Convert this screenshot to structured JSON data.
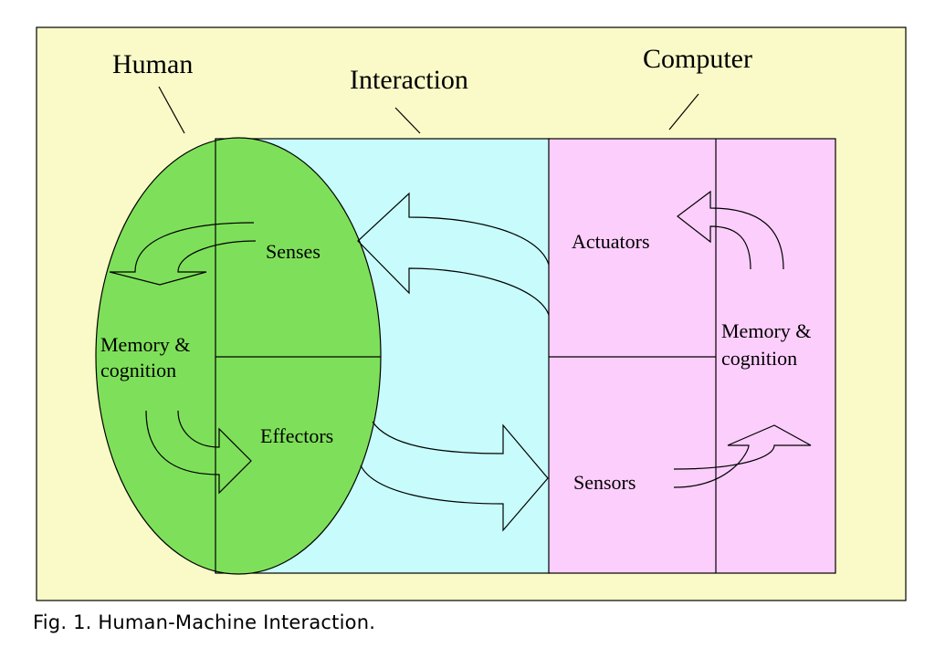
{
  "diagram": {
    "labels": {
      "human": "Human",
      "interaction": "Interaction",
      "computer": "Computer",
      "senses": "Senses",
      "effectors": "Effectors",
      "human_memory_line1": "Memory &",
      "human_memory_line2": "cognition",
      "actuators": "Actuators",
      "sensors": "Sensors",
      "computer_memory_line1": "Memory &",
      "computer_memory_line2": "cognition"
    },
    "colors": {
      "background": "#fafac8",
      "human_region": "#7ee05a",
      "interaction_region": "#c8fcfc",
      "computer_region": "#fccefc",
      "stroke": "#000000"
    }
  },
  "caption": "Fig. 1. Human-Machine Interaction."
}
